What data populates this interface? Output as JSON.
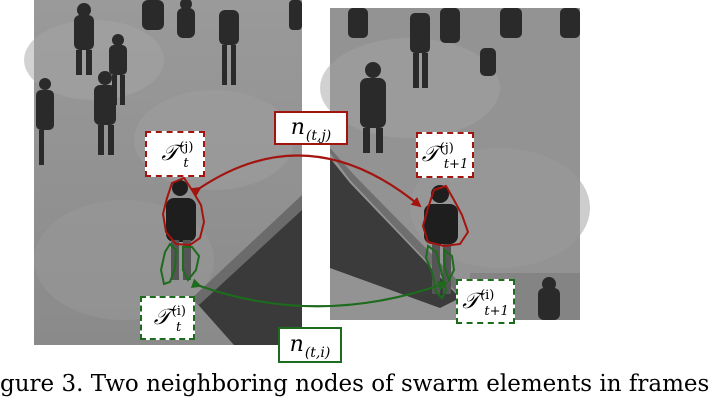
{
  "figure": {
    "left_frame": {
      "label_top": {
        "main": "𝒯",
        "sub": "t",
        "sup": "(j)"
      },
      "label_bottom": {
        "main": "𝒯",
        "sub": "t",
        "sup": "(i)"
      }
    },
    "right_frame": {
      "label_top": {
        "main": "𝒯",
        "sub": "t+1",
        "sup": "(j)"
      },
      "label_bottom": {
        "main": "𝒯",
        "sub": "t+1",
        "sup": "(i)"
      }
    },
    "edge_top": {
      "main": "n",
      "sub": "(t,j)"
    },
    "edge_bottom": {
      "main": "n",
      "sub": "(t,i)"
    }
  },
  "colors": {
    "red": "#a3140f",
    "green": "#1d6b1d"
  },
  "caption": "gure 3. Two neighboring nodes of swarm elements in frames"
}
